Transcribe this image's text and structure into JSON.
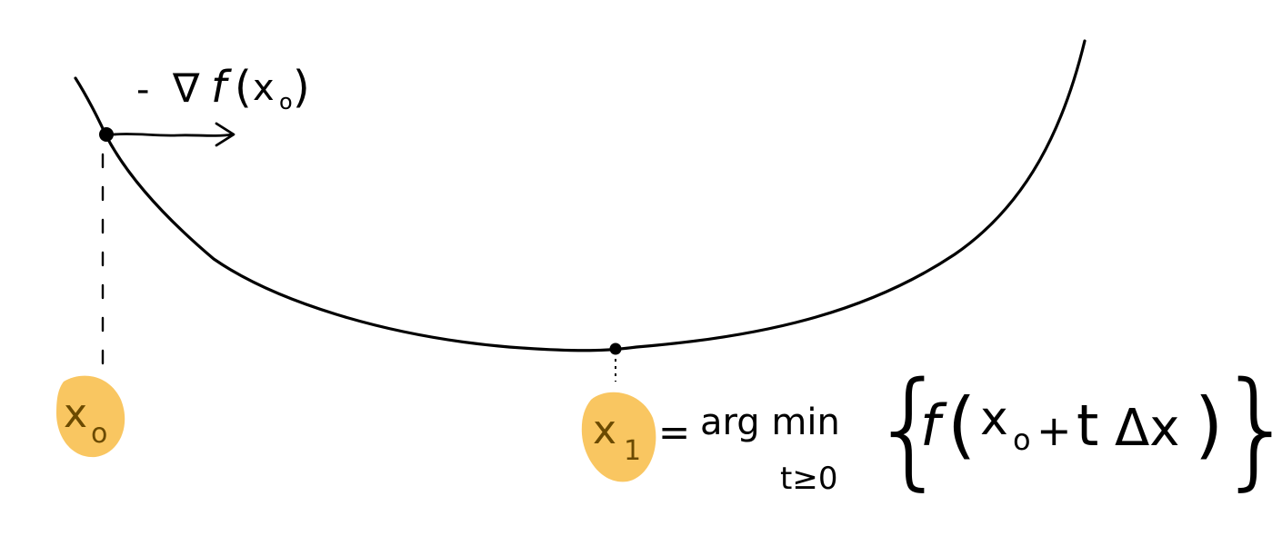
{
  "gradient_label": {
    "prefix": "- ",
    "nabla": "∇",
    "f": "f",
    "x": "x",
    "sub": "o"
  },
  "x0_label": {
    "x": "x",
    "sub": "o"
  },
  "x1_label": {
    "x": "x",
    "sub": "1"
  },
  "formula": {
    "equals": "=",
    "argmin": "arg min",
    "constraint": "t≥0",
    "open_brace": "{",
    "f": "f",
    "open_paren": "(",
    "x": "x",
    "sub": "o",
    "plus": "+",
    "t": "t",
    "delta": "Δx",
    "close_paren": ")",
    "close_brace": "}"
  },
  "colors": {
    "ink": "#000000",
    "highlight": "#f9c661"
  }
}
